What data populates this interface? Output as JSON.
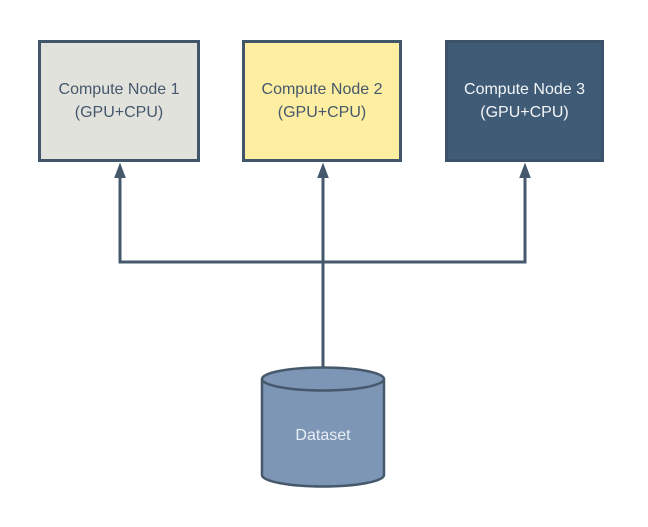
{
  "diagram": {
    "nodes": [
      {
        "name": "Compute Node 1",
        "sub": "(GPU+CPU)",
        "fill": "#e2e2dd",
        "text_color": "#46586c"
      },
      {
        "name": "Compute Node 2",
        "sub": "(GPU+CPU)",
        "fill": "#fdeea1",
        "text_color": "#46586c"
      },
      {
        "name": "Compute Node 3",
        "sub": "(GPU+CPU)",
        "fill": "#3f5b76",
        "text_color": "#f2f5f8"
      }
    ],
    "dataset": {
      "label": "Dataset",
      "fill": "#7e96b6",
      "text_color": "#e8eef5"
    },
    "colors": {
      "connector": "#46596c",
      "node_border": "#425669",
      "background": "#ffffff"
    }
  }
}
